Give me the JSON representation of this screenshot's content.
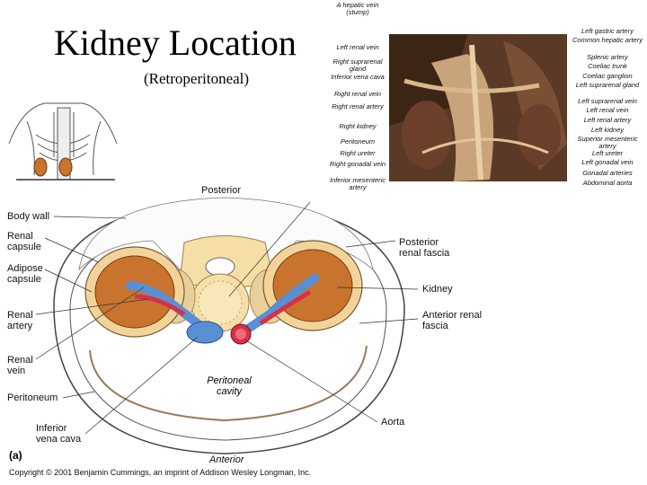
{
  "title": "Kidney Location",
  "subtitle": "(Retroperitoneal)",
  "figure_letter": "(a)",
  "copyright": "Copyright © 2001 Benjamin Cummings, an imprint of Addison Wesley Longman, Inc.",
  "diagram": {
    "posterior": "Posterior",
    "anterior": "Anterior",
    "cavity": "Peritoneal cavity",
    "left_labels": [
      "Body wall",
      "Renal capsule",
      "Adipose capsule",
      "Renal artery",
      "Renal vein",
      "Peritoneum",
      "Inferior vena cava"
    ],
    "right_labels": [
      "Posterior renal fascia",
      "Kidney",
      "Anterior renal fascia",
      "Aorta"
    ]
  },
  "photo": {
    "left_labels": [
      "A hepatic vein (stump)",
      "Left renal vein",
      "Right suprarenal gland",
      "Inferior vena cava",
      "Right renal vein",
      "Right renal artery",
      "Right kidney",
      "Peritoneum",
      "Right ureter",
      "Right gonadal vein",
      "Inferior mesenteric artery"
    ],
    "right_labels": [
      "Left gastric artery",
      "Common hepatic artery",
      "Splenic artery",
      "Coeliac trunk",
      "Coeliac ganglion",
      "Left suprarenal gland",
      "Left suprarenal vein",
      "Left renal vein",
      "Left renal artery",
      "Left kidney",
      "Superior mesenteric artery",
      "Left ureter",
      "Left gonadal vein",
      "Gonadal arteries",
      "Abdominal aorta"
    ]
  },
  "colors": {
    "kidney": "#c8742e",
    "artery": "#d4324a",
    "vein": "#5b8fd4",
    "fat": "#f6dfa6",
    "photo_bg": "#5a3a26"
  }
}
